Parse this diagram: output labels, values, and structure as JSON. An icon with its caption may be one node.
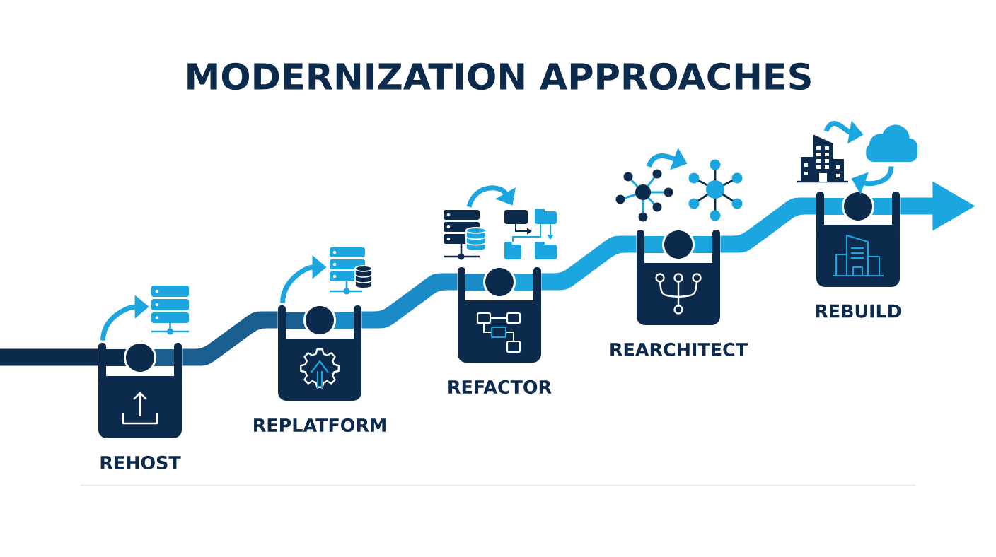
{
  "diagram": {
    "title": "MODERNIZATION APPROACHES",
    "nodes": [
      {
        "text": [
          "REHOST"
        ]
      },
      {
        "text": [
          "REPLATFORM"
        ]
      },
      {
        "text": [
          "REFACTOR"
        ]
      },
      {
        "text": [
          "REARCHITECT"
        ]
      },
      {
        "text": [
          "REBUILD"
        ]
      },
      {
        "text": [],
        "shape": "picture"
      },
      {
        "text": [],
        "shape": "picture"
      },
      {
        "text": [],
        "shape": "picture"
      },
      {
        "text": [],
        "shape": "picture"
      },
      {
        "text": [],
        "shape": "picture"
      },
      {
        "text": [],
        "shape": "picture"
      },
      {
        "text": [],
        "shape": "picture"
      },
      {
        "text": [],
        "shape": "cloud"
      }
    ],
    "edges": [
      {
        "from": null,
        "to": 0,
        "arrow": "none",
        "style": "thick",
        "color": "#0c2a4b"
      },
      {
        "from": 0,
        "to": 1,
        "arrow": "none",
        "style": "thick",
        "color": "#1a5f8f"
      },
      {
        "from": 1,
        "to": 2,
        "arrow": "none",
        "style": "thick",
        "color": "#1b8bc7"
      },
      {
        "from": 2,
        "to": 3,
        "arrow": "none",
        "style": "thick"
      },
      {
        "from": 3,
        "to": 4,
        "arrow": "none",
        "style": "thick"
      },
      {
        "from": 4,
        "to": null,
        "arrow": "to",
        "style": "thick"
      },
      {
        "from": 0,
        "to": 5,
        "arrow": "to"
      },
      {
        "from": 1,
        "to": 6,
        "arrow": "to"
      },
      {
        "from": 7,
        "to": 8,
        "arrow": "to"
      },
      {
        "from": 9,
        "to": 10,
        "arrow": "to"
      },
      {
        "from": 11,
        "to": 12,
        "arrow": "to"
      },
      {
        "from": 12,
        "to": 11,
        "arrow": "to"
      }
    ]
  }
}
